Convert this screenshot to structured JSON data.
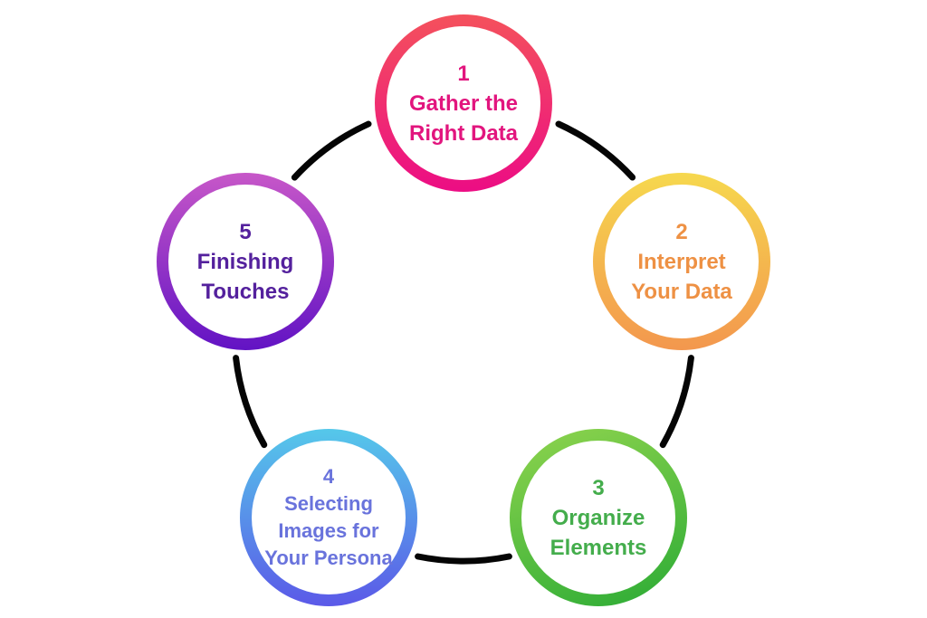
{
  "diagram": {
    "background": "#ffffff",
    "connector_color": "#050505",
    "steps": [
      {
        "number": "1",
        "label_lines": [
          "Gather the",
          "Right Data"
        ],
        "text_color": "#e2157e",
        "ring_from": "#f4515c",
        "ring_to": "#ec0d84"
      },
      {
        "number": "2",
        "label_lines": [
          "Interpret",
          "Your Data"
        ],
        "text_color": "#ee9144",
        "ring_from": "#f6d84e",
        "ring_to": "#f3974e"
      },
      {
        "number": "3",
        "label_lines": [
          "Organize",
          "Elements"
        ],
        "text_color": "#44ad4c",
        "ring_from": "#8fd44e",
        "ring_to": "#2bab35"
      },
      {
        "number": "4",
        "label_lines": [
          "Selecting",
          "Images for",
          "Your Persona"
        ],
        "text_color": "#6973dc",
        "ring_from": "#55c8ea",
        "ring_to": "#5b59e8"
      },
      {
        "number": "5",
        "label_lines": [
          "Finishing",
          "Touches"
        ],
        "text_color": "#54219d",
        "ring_from": "#c757c8",
        "ring_to": "#6213c4"
      }
    ]
  }
}
